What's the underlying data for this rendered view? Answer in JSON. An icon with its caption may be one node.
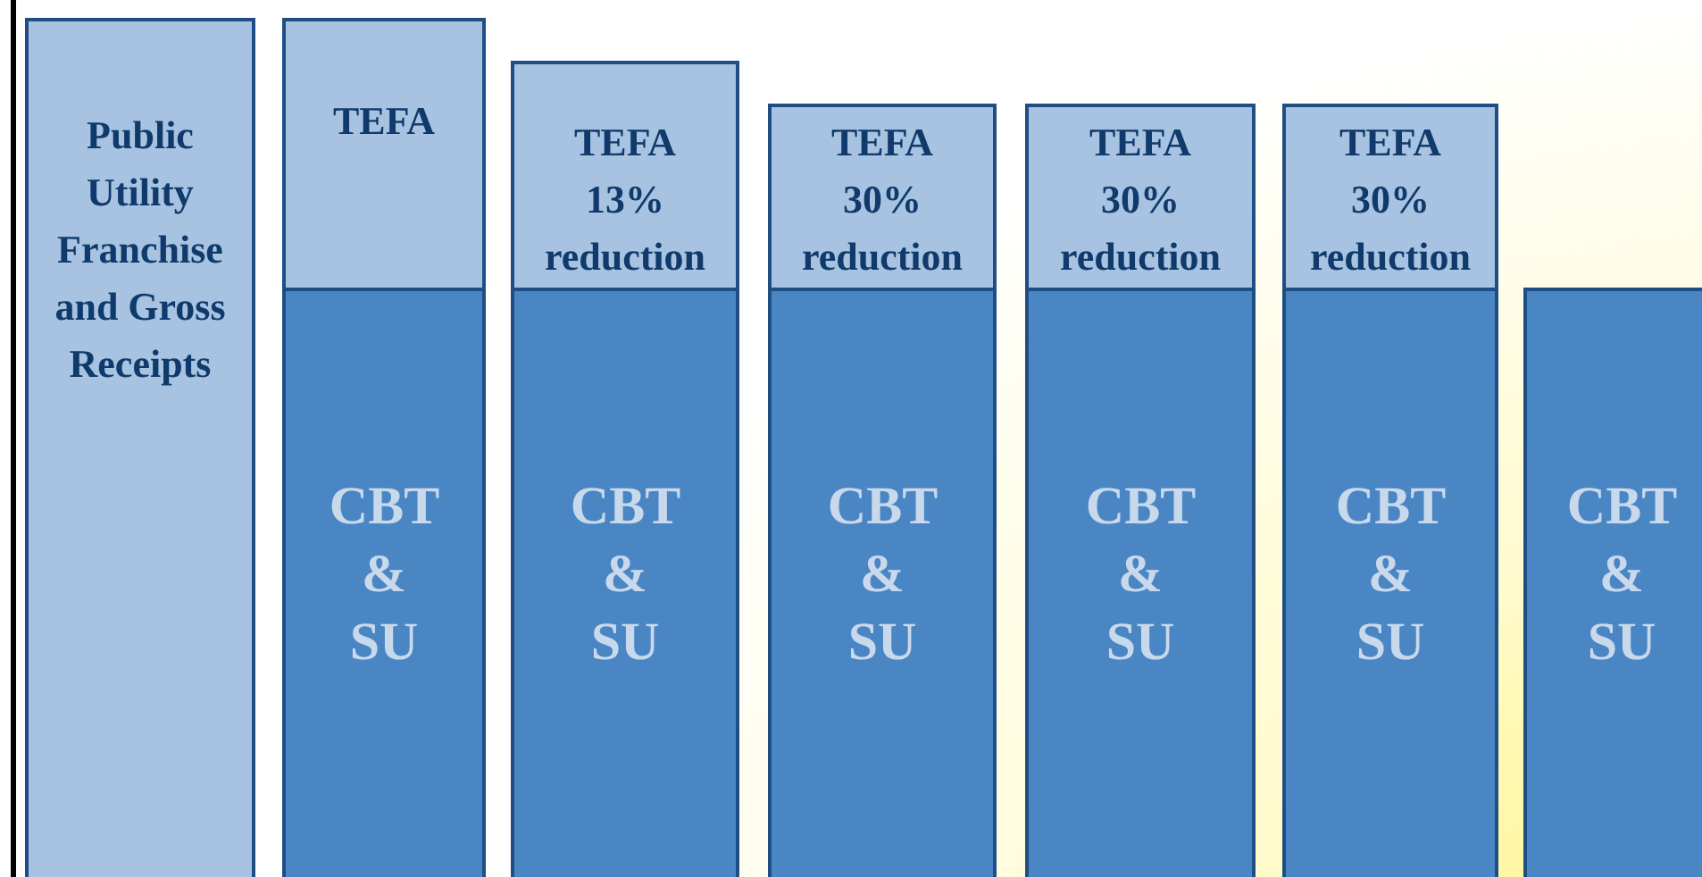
{
  "diagram": {
    "nodes": [
      {
        "text": [
          "Public Utility Franchise and Gross Receipts"
        ]
      },
      {
        "text": [
          "TEFA"
        ]
      },
      {
        "text": [
          "CBT & SU"
        ]
      },
      {
        "text": [
          "TEFA 13% reduction"
        ]
      },
      {
        "text": [
          "CBT & SU"
        ]
      },
      {
        "text": [
          "TEFA 30% reduction"
        ]
      },
      {
        "text": [
          "CBT & SU"
        ]
      },
      {
        "text": [
          "TEFA 30% reduction"
        ]
      },
      {
        "text": [
          "CBT & SU"
        ]
      },
      {
        "text": [
          "TEFA 30% reduction"
        ]
      },
      {
        "text": [
          "CBT & SU"
        ]
      },
      {
        "text": [
          "CBT & SU"
        ]
      }
    ]
  }
}
